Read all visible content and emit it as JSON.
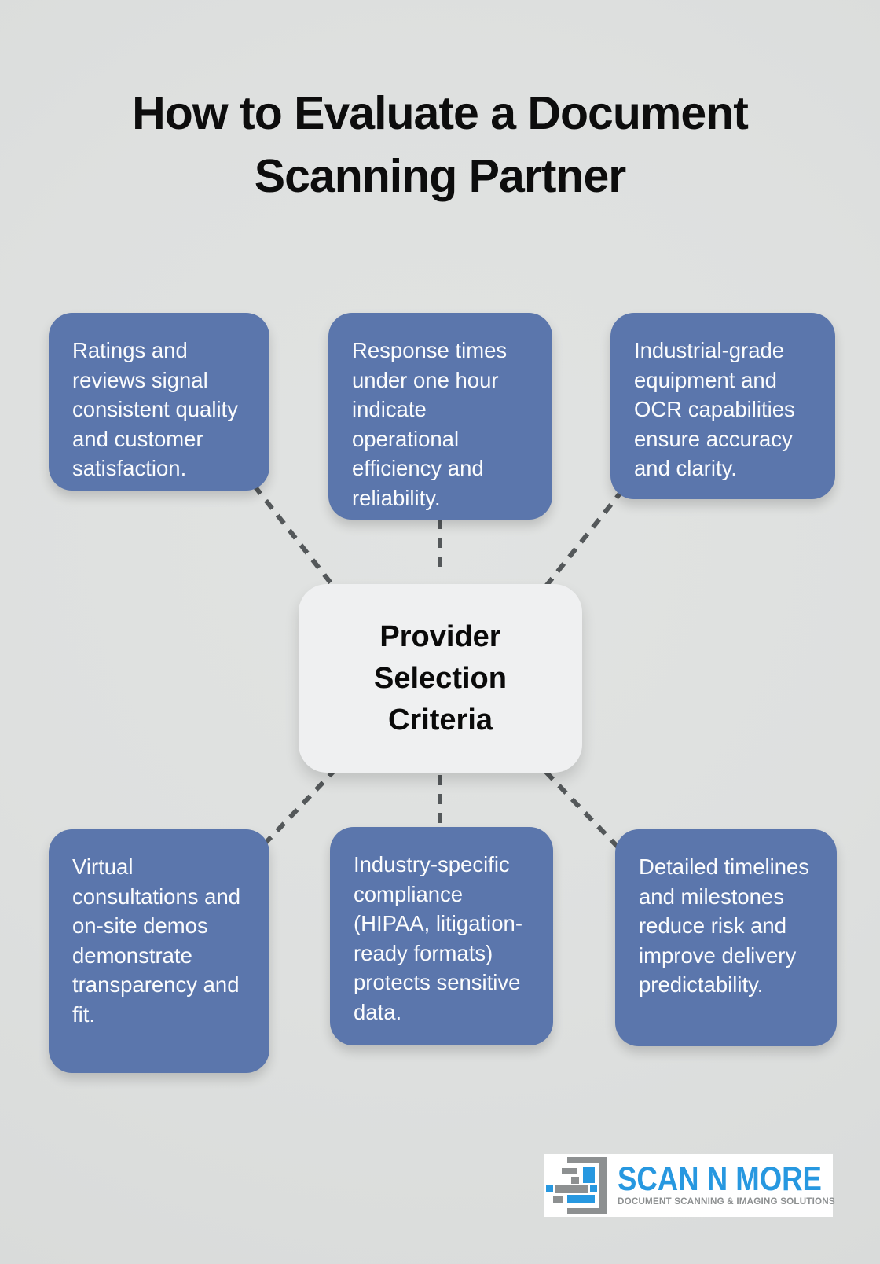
{
  "title": {
    "line1": "How to Evaluate a Document",
    "line2": "Scanning Partner"
  },
  "center": {
    "label": "Provider Selection Criteria"
  },
  "nodes": [
    {
      "id": "ratings",
      "text": "Ratings and reviews signal consistent quality and customer satisfaction."
    },
    {
      "id": "response",
      "text": "Response times under one hour indicate operational efficiency and reliability."
    },
    {
      "id": "equipment",
      "text": "Industrial-grade equipment and OCR capabilities ensure accuracy and clarity."
    },
    {
      "id": "demos",
      "text": "Virtual consultations and on-site demos demonstrate transparency and fit."
    },
    {
      "id": "compliance",
      "text": "Industry-specific compliance (HIPAA, litigation-ready formats) protects sensitive data."
    },
    {
      "id": "timelines",
      "text": "Detailed timelines and milestones reduce risk and improve delivery predictability."
    }
  ],
  "logo": {
    "name": "SCAN N MORE",
    "tagline": "DOCUMENT SCANNING & IMAGING SOLUTIONS"
  },
  "colors": {
    "background": "#dee0df",
    "node_fill": "#5b76ac",
    "node_text": "#fbfcfd",
    "center_fill": "#eff0f1",
    "center_text": "#0a0a0a",
    "dash": "#54585a",
    "logo_blue": "#2798e0",
    "logo_gray": "#8d9091"
  }
}
